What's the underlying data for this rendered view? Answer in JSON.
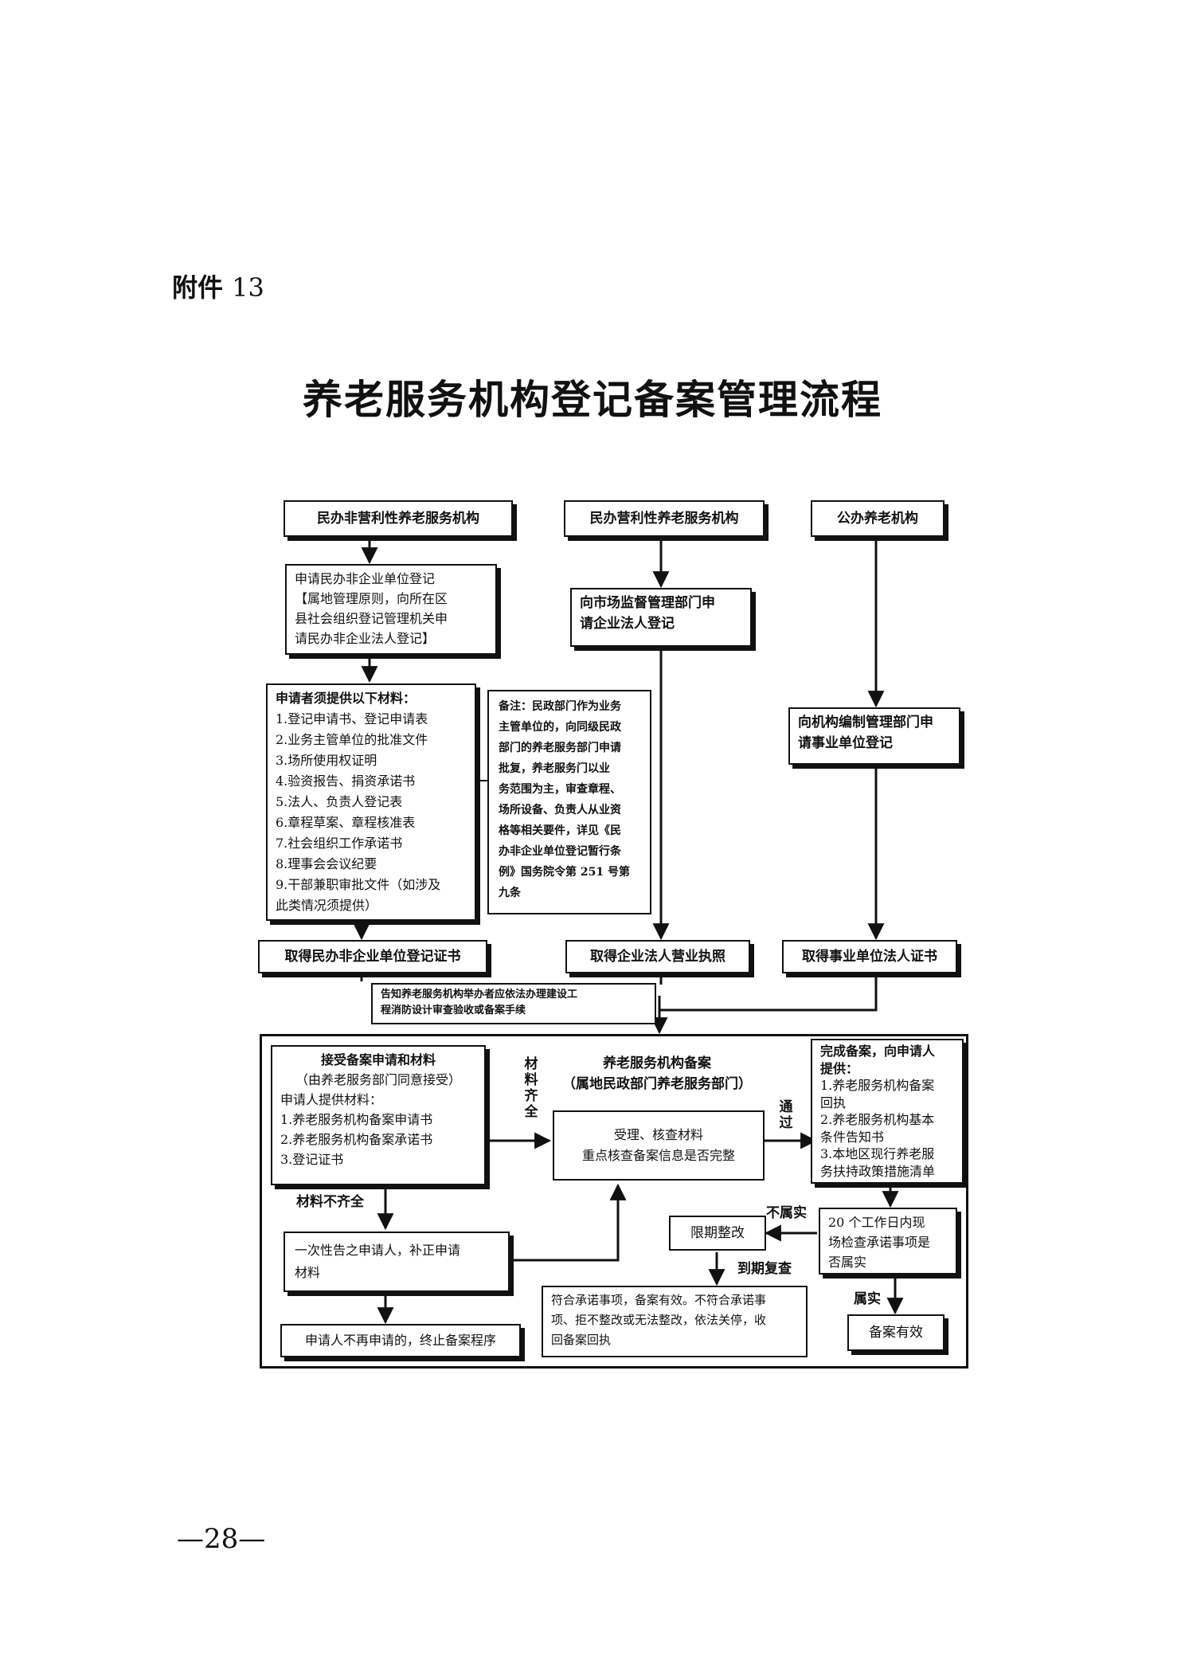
{
  "header": {
    "attachment_label": "附件",
    "attachment_number": "13"
  },
  "title": "养老服务机构登记备案管理流程",
  "footer": {
    "page_number": "—28—"
  },
  "nodes": {
    "nonprofit": "民办非营利性养老服务机构",
    "forprofit": "民办营利性养老服务机构",
    "public": "公办养老机构",
    "apply_np": {
      "line1": "申请民办非企业单位登记",
      "line2": "【属地管理原则，向所在区",
      "line3": "县社会组织登记管理机关申",
      "line4": "请民办非企业法人登记】"
    },
    "market_reg": {
      "line1": "向市场监督管理部门申",
      "line2": "请企业法人登记"
    },
    "materials": {
      "heading": "申请者须提供以下材料：",
      "items": [
        "1.登记申请书、登记申请表",
        "2.业务主管单位的批准文件",
        "3.场所使用权证明",
        "4.验资报告、捐资承诺书",
        "5.法人、负责人登记表",
        "6.章程草案、章程核准表",
        "7.社会组织工作承诺书",
        "8.理事会会议纪要",
        "9.干部兼职审批文件（如涉及",
        "此类情况须提供）"
      ]
    },
    "note": {
      "lines": [
        "备注：民政部门作为业务",
        "主管单位的，向同级民政",
        "部门的养老服务部门申请",
        "批复，养老服务门以业",
        "务范围为主，审查章程、",
        "场所设备、负责人从业资",
        "格等相关要件，详见《民",
        "办非企业单位登记暂行条",
        "例》国务院令第 251 号第",
        "九条"
      ]
    },
    "staffing_reg": {
      "line1": "向机构编制管理部门申",
      "line2": "请事业单位登记"
    },
    "cert_np": "取得民办非企业单位登记证书",
    "cert_fp": "取得企业法人营业执照",
    "cert_pub": "取得事业单位法人证书",
    "notify": {
      "line1": "告知养老服务机构举办者应依法办理建设工",
      "line2": "程消防设计审查验收或备案手续"
    },
    "accept": {
      "line1": "接受备案申请和材料",
      "line2": "（由养老服务部门同意接受）",
      "line3": "申请人提供材料：",
      "items": [
        "1.养老服务机构备案申请书",
        "2.养老服务机构备案承诺书",
        "3.登记证书"
      ]
    },
    "filing_title": {
      "line1": "养老服务机构备案",
      "line2": "（属地民政部门养老服务部门）"
    },
    "review": {
      "line1": "受理、核查材料",
      "line2": "重点核查备案信息是否完整"
    },
    "complete": {
      "lines": [
        "完成备案，向申请人",
        "提供：",
        "1.养老服务机构备案",
        "回执",
        "2.养老服务机构基本",
        "条件告知书",
        "3.本地区现行养老服",
        "务扶持政策措施清单"
      ]
    },
    "inform_once": {
      "line1": "一次性告之申请人，补正申请",
      "line2": "材料"
    },
    "rectify": "限期整改",
    "inspect": {
      "line1": "20 个工作日内现",
      "line2": "场检查承诺事项是",
      "line3": "否属实"
    },
    "terminate": "申请人不再申请的，终止备案程序",
    "result": {
      "line1": "符合承诺事项，备案有效。不符合承诺事",
      "line2": "项、拒不整改或无法整改，依法关停，收",
      "line3": "回备案回执"
    },
    "valid": "备案有效"
  },
  "labels": {
    "materials_complete": "材料齐全",
    "passed": "通过",
    "materials_incomplete": "材料不齐全",
    "not_true": "不属实",
    "recheck": "到期复查",
    "is_true": "属实"
  }
}
